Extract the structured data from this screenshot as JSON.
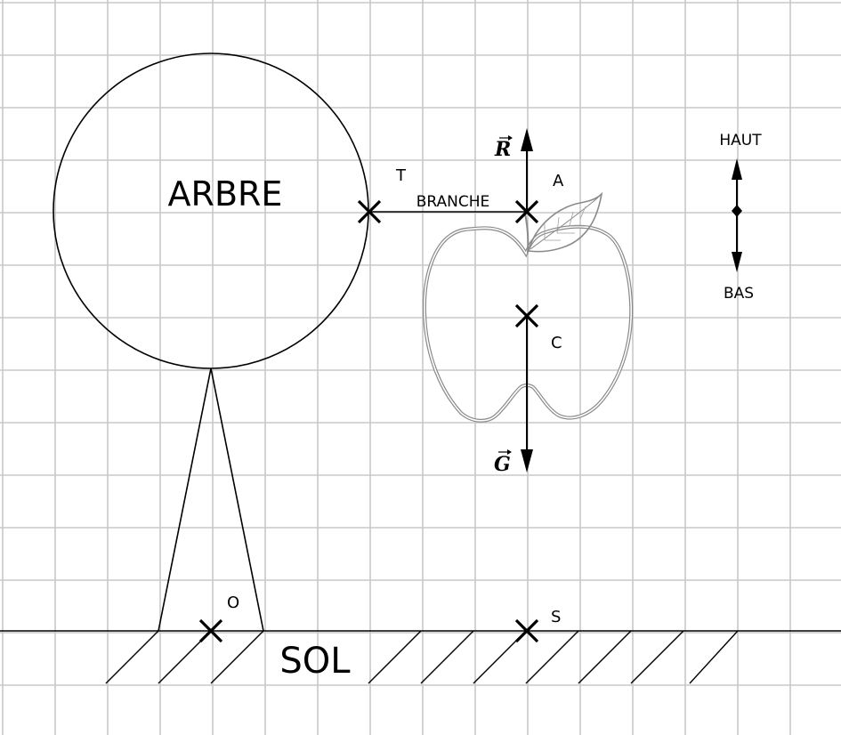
{
  "labels": {
    "tree": "ARBRE",
    "branch": "BRANCHE",
    "ground": "SOL",
    "up": "HAUT",
    "down": "BAS"
  },
  "points": {
    "T": "T",
    "A": "A",
    "C": "C",
    "O": "O",
    "S": "S"
  },
  "vectors": {
    "R": "R",
    "G": "G"
  },
  "colors": {
    "grid": "#c8c8c8",
    "ink": "#000000",
    "apple_outline": "#8a8a8a"
  }
}
